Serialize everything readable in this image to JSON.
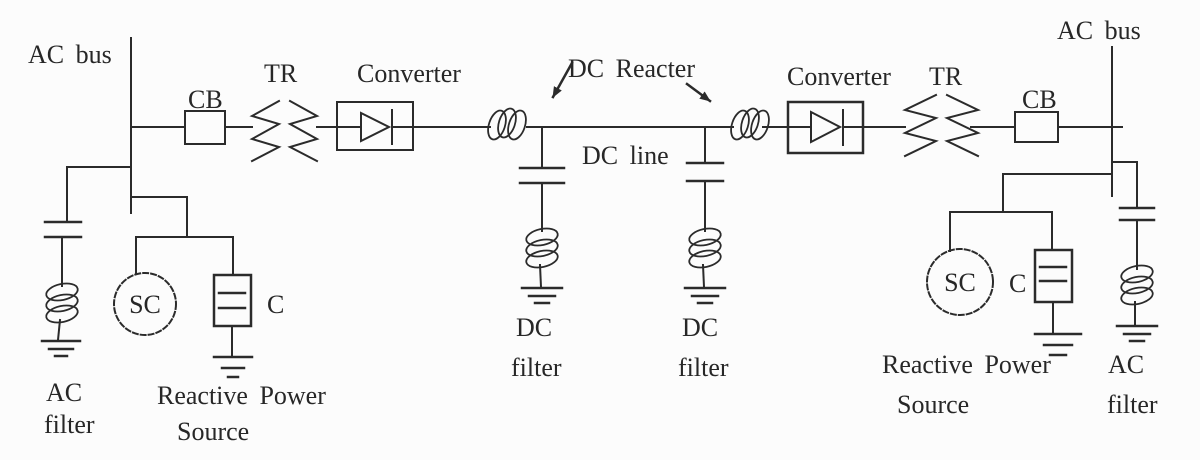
{
  "theme": {
    "ink": "#2b2b2b",
    "background": "#fcfcfc"
  },
  "labels": {
    "ac_bus_left": "AC bus",
    "cb_left": "CB",
    "tr_left": "TR",
    "converter_left": "Converter",
    "dc_reacter": "DC Reacter",
    "dc_line": "DC line",
    "converter_right": "Converter",
    "tr_right": "TR",
    "cb_right": "CB",
    "ac_bus_right": "AC bus",
    "sc_left": "SC",
    "c_left": "C",
    "sc_right": "SC",
    "c_right": "C",
    "ac_filter_left": {
      "line1": "AC",
      "line2": "filter"
    },
    "dc_filter_left": {
      "line1": "DC",
      "line2": "filter"
    },
    "dc_filter_right": {
      "line1": "DC",
      "line2": "filter"
    },
    "ac_filter_right": {
      "line1": "AC",
      "line2": "filter"
    },
    "reactive_power_source_left": {
      "line1": "Reactive Power",
      "line2": "Source"
    },
    "reactive_power_source_right": {
      "line1": "Reactive Power",
      "line2": "Source"
    }
  }
}
